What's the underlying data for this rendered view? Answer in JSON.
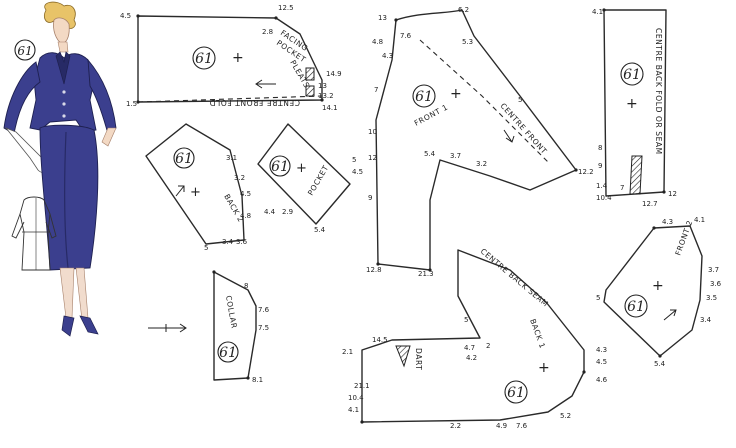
{
  "model_number": "61",
  "colors": {
    "dress": "#3b3f8e",
    "dress_shadow": "#272a66",
    "hair": "#e8c368",
    "skin": "#f3d9c4",
    "ink": "#222222"
  },
  "pieces": {
    "facing_pocket": {
      "badge": "61",
      "lines": [
        "FACING",
        "POCKET"
      ],
      "pleats": "PLEATS",
      "fold": "CENTRE FRONT FOLD",
      "m": [
        "4.5",
        "12.5",
        "2.8",
        "14.9",
        "13",
        "13.2",
        "14.1",
        "1.5"
      ]
    },
    "back2": {
      "badge": "61",
      "label": "BACK 2",
      "m": [
        "3.1",
        "3.2",
        "4.5",
        "4.8",
        "3.4",
        "3.6",
        "5"
      ]
    },
    "pocket": {
      "badge": "61",
      "label": "POCKET",
      "m": [
        "5",
        "4.5",
        "4.4",
        "2.9",
        "5.4"
      ]
    },
    "collar": {
      "badge": "61",
      "label": "COLLAR",
      "m": [
        "8",
        "7.6",
        "7.5",
        "8.1"
      ]
    },
    "front1": {
      "badge": "61",
      "label": "FRONT 1",
      "fold": "CENTRE FRONT",
      "m": [
        "13",
        "6.2",
        "7.6",
        "5.3",
        "4.8",
        "4.3",
        "7",
        "5",
        "10",
        "12",
        "9",
        "5.4",
        "3.7",
        "3.2",
        "12.2",
        "12.8",
        "21.3"
      ]
    },
    "centre_back": {
      "badge": "61",
      "fold": "CENTRE BACK FOLD OR SEAM",
      "m": [
        "4.1",
        "12",
        "12.7",
        "10.4",
        "1.4",
        "8",
        "9",
        "7"
      ]
    },
    "back1": {
      "badge": "61",
      "label": "BACK 1",
      "fold": "CENTRE BACK SEAM",
      "dart": "DART",
      "m": [
        "14.5",
        "2.1",
        "4.3",
        "4.5",
        "4.6",
        "4.1",
        "10.4",
        "21.1",
        "4.7",
        "4.2",
        "5",
        "2",
        "2.2",
        "4.9",
        "7.6",
        "5.2"
      ]
    },
    "front2": {
      "badge": "61",
      "label": "FRONT 2",
      "m": [
        "4.1",
        "3.7",
        "3.6",
        "3.5",
        "3.4",
        "5.4",
        "5",
        "4.3"
      ]
    }
  }
}
